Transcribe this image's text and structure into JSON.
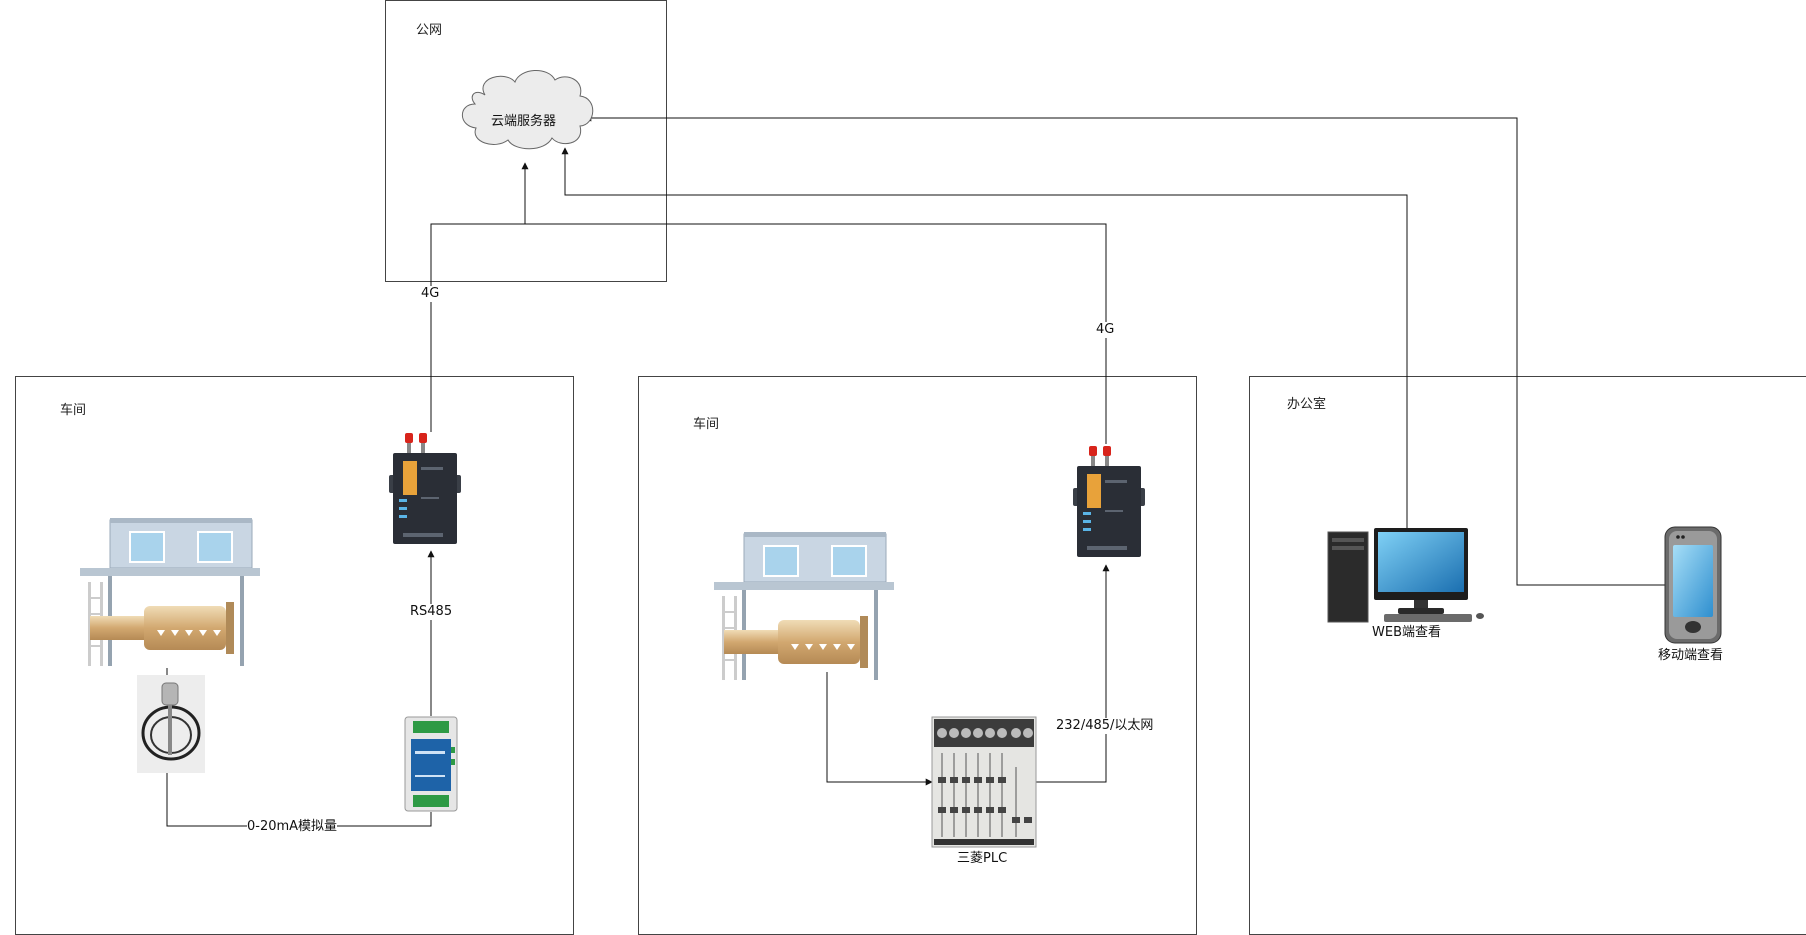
{
  "zones": {
    "public_net": "公网",
    "workshop_1": "车间",
    "workshop_2": "车间",
    "office": "办公室"
  },
  "nodes": {
    "cloud_server": "云端服务器",
    "plc": "三菱PLC",
    "web_view": "WEB端查看",
    "mobile_view": "移动端查看"
  },
  "links": {
    "uplink_1": "4G",
    "uplink_2": "4G",
    "rs485": "RS485",
    "analog": "0-20mA模拟量",
    "plc_link": "232/485/以太网"
  },
  "colors": {
    "line": "#111111",
    "cloud_fill": "#ececec",
    "dtu_body": "#2a2e36",
    "dtu_label": "#e8a23a",
    "antenna": "#d8241b",
    "module_body": "#1e63a8",
    "terminal": "#2e9a45",
    "monitor_screen": "#1f86c8",
    "phone_screen": "#45a8dc",
    "tank": "#d7b98a",
    "building": "#c9d6e3",
    "window": "#a9d3ec"
  }
}
